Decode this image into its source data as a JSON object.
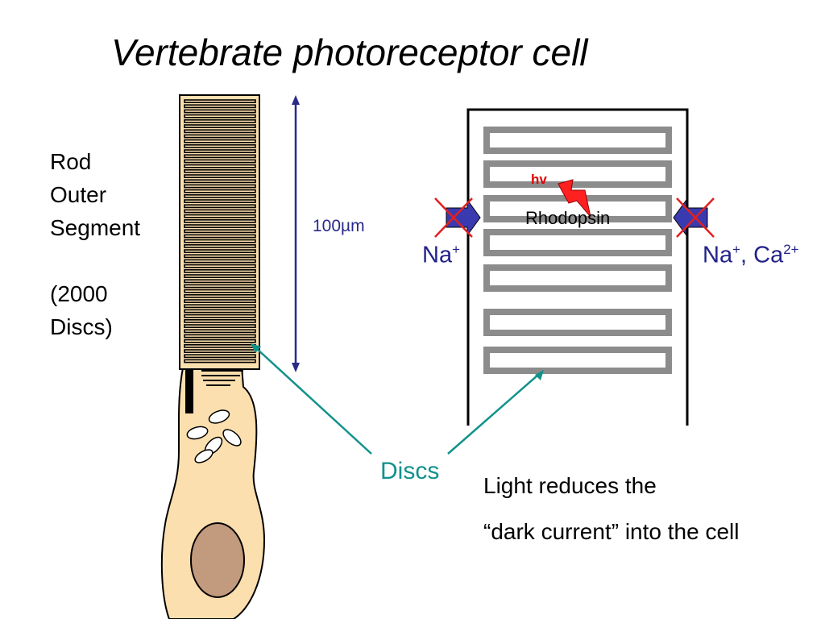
{
  "title": "Vertebrate photoreceptor cell",
  "rod_label": {
    "line1": "Rod",
    "line2": "Outer",
    "line3": "Segment",
    "line4": "(2000",
    "line5": "Discs)"
  },
  "scale_label": "100µm",
  "hv_label": "hv",
  "rhodopsin_label": "Rhodopsin",
  "na_left": {
    "base": "Na",
    "charge": "+"
  },
  "na_ca_right": {
    "na": "Na",
    "na_charge": "+",
    "sep": ", Ca",
    "ca_charge": "2+"
  },
  "discs_label": "Discs",
  "caption": {
    "line1": "Light reduces the",
    "line2": "“dark current” into the cell"
  },
  "colors": {
    "cell_fill": "#fcdfae",
    "nucleus": "#c29a7d",
    "disc_gray": "#8c8c8c",
    "pointer_teal": "#12928c",
    "arrow_blue": "#3a3ab0",
    "cross_red": "#e02020",
    "scale_navy": "#2a2a8a"
  }
}
